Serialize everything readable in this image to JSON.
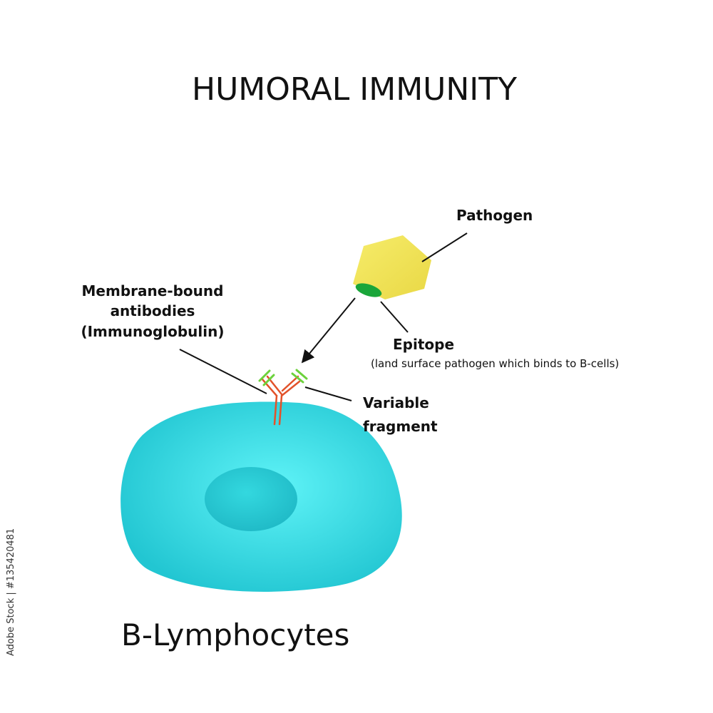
{
  "title": "HUMORAL IMMUNITY",
  "labels": {
    "pathogen": "Pathogen",
    "membrane_line1": "Membrane-bound",
    "membrane_line2": "antibodies",
    "membrane_line3": "(Immunoglobulin)",
    "epitope": "Epitope",
    "epitope_note": "(land surface pathogen which binds to B-cells)",
    "variable_line1": "Variable",
    "variable_line2": "fragment",
    "cell": "B-Lymphocytes"
  },
  "stock_id": "Adobe Stock | #135420481",
  "colors": {
    "pathogen": "#f2e55a",
    "epitope": "#1aa63a",
    "cell": "#3ee0e6",
    "nucleus": "#2fcfd8",
    "antibody_heavy": "#e2522a",
    "antibody_light": "#6cd23c",
    "text": "#111111"
  }
}
